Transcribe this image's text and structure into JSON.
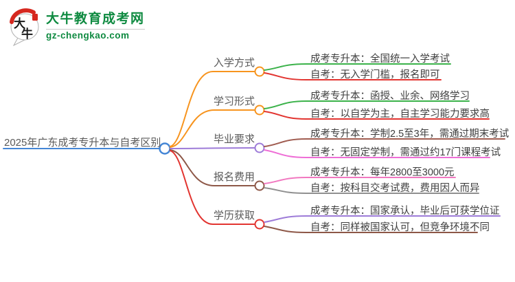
{
  "logo": {
    "icon_char_1": "大",
    "icon_char_2": "牛",
    "site_name": "大牛教育成考网",
    "site_domain": "gz-chengkao.com",
    "brand_color": "#0e8a40",
    "seal_color": "#d6281f"
  },
  "mindmap": {
    "root": {
      "label": "2025年广东成考专升本与自考区别",
      "color": "#4486d6"
    },
    "branches": [
      {
        "label": "入学方式",
        "color": "#f7941e",
        "children": [
          {
            "label": "成考专升本：全国统一入学考试",
            "color": "#3bb24a"
          },
          {
            "label": "自考：无入学门槛，报名即可",
            "color": "#e23430"
          }
        ]
      },
      {
        "label": "学习形式",
        "color": "#f7941e",
        "children": [
          {
            "label": "成考专升本：函授、业余、网络学习",
            "color": "#3bb24a"
          },
          {
            "label": "自考：以自学为主，自主学习能力要求高",
            "color": "#e23430"
          }
        ]
      },
      {
        "label": "毕业要求",
        "color": "#9d7bd8",
        "children": [
          {
            "label": "成考专升本：学制2.5至3年，需通过期末考试",
            "color": "#a05c50"
          },
          {
            "label": "自考：无固定学制，需通过约17门课程考试",
            "color": "#ee6ed6"
          }
        ]
      },
      {
        "label": "报名费用",
        "color": "#8d5747",
        "children": [
          {
            "label": "成考专升本：每年2800至3000元",
            "color": "#f178c0"
          },
          {
            "label": "自考：按科目交考试费，费用因人而异",
            "color": "#909090"
          }
        ]
      },
      {
        "label": "学历获取",
        "color": "#e23430",
        "children": [
          {
            "label": "成考专升本：国家承认，毕业后可获学位证",
            "color": "#9d7bd8"
          },
          {
            "label": "自考：同样被国家认可，但竞争环境不同",
            "color": "#8d5747"
          }
        ]
      }
    ]
  }
}
